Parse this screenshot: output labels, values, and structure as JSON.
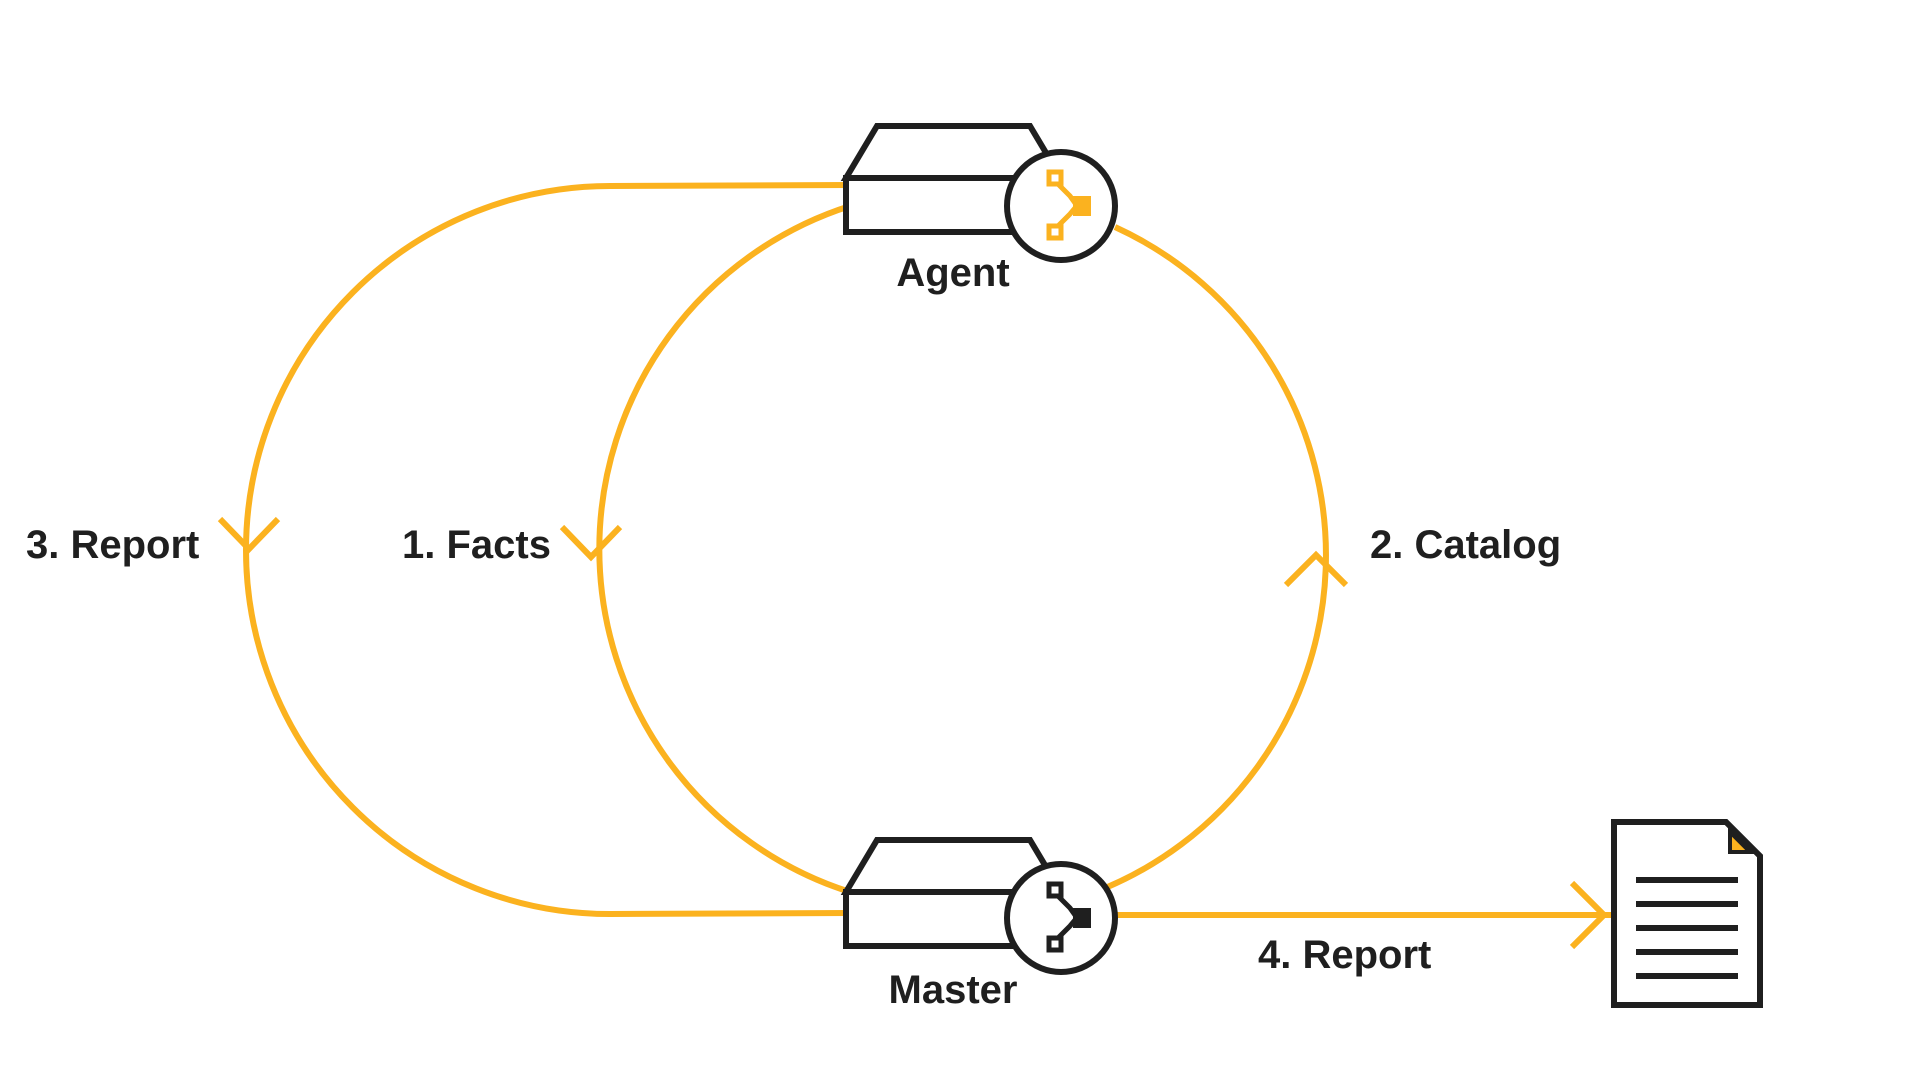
{
  "colors": {
    "flow": "#FBB21F",
    "outline": "#1f1f1f",
    "background": "#ffffff",
    "agent_glyph": "#FBB21F",
    "master_glyph": "#1f1f1f",
    "doc_corner": "#FBB21F"
  },
  "nodes": {
    "agent": {
      "label": "Agent",
      "icon": "server-with-branch-icon"
    },
    "master": {
      "label": "Master",
      "icon": "server-with-branch-icon"
    },
    "report_document": {
      "icon": "document-icon"
    }
  },
  "edges": {
    "facts": "1. Facts",
    "catalog": "2. Catalog",
    "report_to_master": "3. Report",
    "report_output": "4. Report"
  }
}
